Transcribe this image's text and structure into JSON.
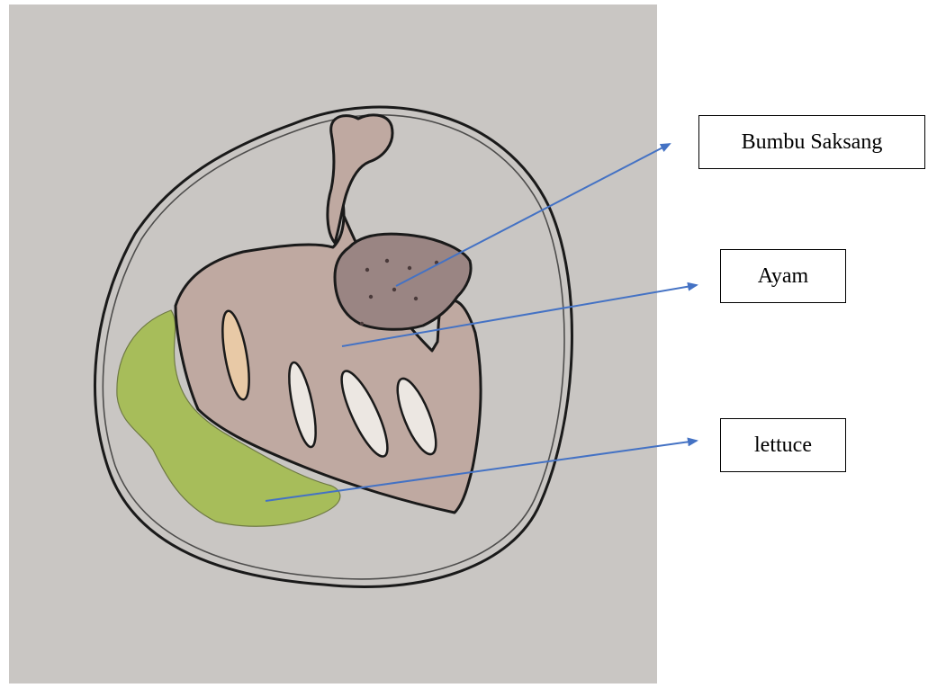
{
  "diagram": {
    "labels": {
      "bumbu_saksang": "Bumbu Saksang",
      "ayam": "Ayam",
      "lettuce": "lettuce"
    },
    "colors": {
      "paper": "#c9c6c3",
      "plate_outline": "#1a1a1a",
      "chicken": "#bfa9a1",
      "sauce": "#9a8583",
      "lettuce": "#a7bd5a",
      "arrow": "#4472c4"
    }
  }
}
